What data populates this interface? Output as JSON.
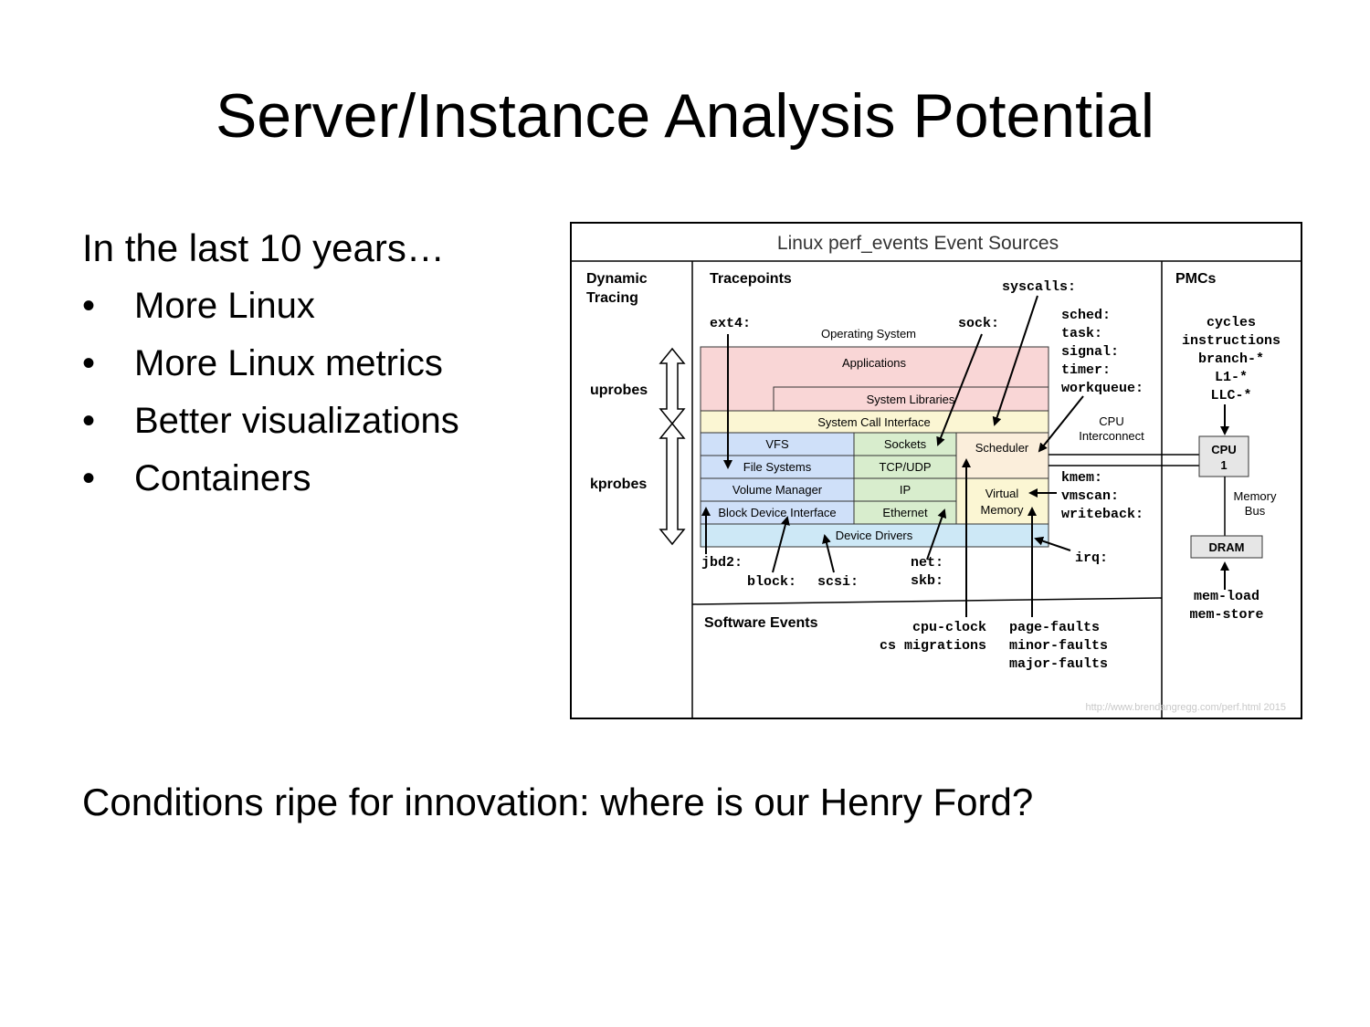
{
  "slide": {
    "title": "Server/Instance Analysis Potential",
    "intro": "In the last 10 years…",
    "bullet_symbol": "•",
    "bullets": [
      "More Linux",
      "More Linux metrics",
      "Better visualizations",
      "Containers"
    ],
    "footer": "Conditions ripe for innovation: where is our Henry Ford?"
  },
  "diagram": {
    "title": "Linux perf_events Event Sources",
    "sections": {
      "dynamic_tracing": "Dynamic\nTracing",
      "tracepoints": "Tracepoints",
      "pmcs": "PMCs",
      "software_events": "Software Events"
    },
    "probes": {
      "uprobes": "uprobes",
      "kprobes": "kprobes"
    },
    "os_label": "Operating System",
    "layers": {
      "applications": "Applications",
      "system_libraries": "System Libraries",
      "system_call_interface": "System Call Interface",
      "vfs": "VFS",
      "file_systems": "File Systems",
      "volume_manager": "Volume Manager",
      "block_device_interface": "Block Device Interface",
      "sockets": "Sockets",
      "tcp_udp": "TCP/UDP",
      "ip": "IP",
      "ethernet": "Ethernet",
      "scheduler": "Scheduler",
      "virtual_memory": "Virtual\nMemory",
      "device_drivers": "Device Drivers"
    },
    "tracepoint_labels": {
      "ext4": "ext4:",
      "sock": "sock:",
      "syscalls": "syscalls:",
      "sched_group": "sched:\ntask:\nsignal:\ntimer:\nworkqueue:",
      "mem_group": "kmem:\nvmscan:\nwriteback:",
      "irq": "irq:",
      "jbd2": "jbd2:",
      "block": "block:",
      "scsi": "scsi:",
      "net_group": "net:\nskb:"
    },
    "software_labels": {
      "cpu_group": "cpu-clock\ncs migrations",
      "faults_group": "page-faults\nminor-faults\nmajor-faults"
    },
    "hardware": {
      "cpu_interconnect": "CPU\nInterconnect",
      "cpu": "CPU\n1",
      "memory_bus": "Memory\nBus",
      "dram": "DRAM",
      "pmc_list": "cycles\ninstructions\nbranch-*\nL1-*\nLLC-*",
      "mem_events": "mem-load\nmem-store"
    },
    "source_url": "http://www.brendangregg.com/perf.html 2015",
    "colors": {
      "applications": "#f9d6d6",
      "syscall": "#fbf6d3",
      "storage": "#cfe0f9",
      "network": "#d8edcd",
      "scheduler": "#fbeedb",
      "drivers": "#cde8f6",
      "hw_box": "#e6e6e6"
    }
  }
}
